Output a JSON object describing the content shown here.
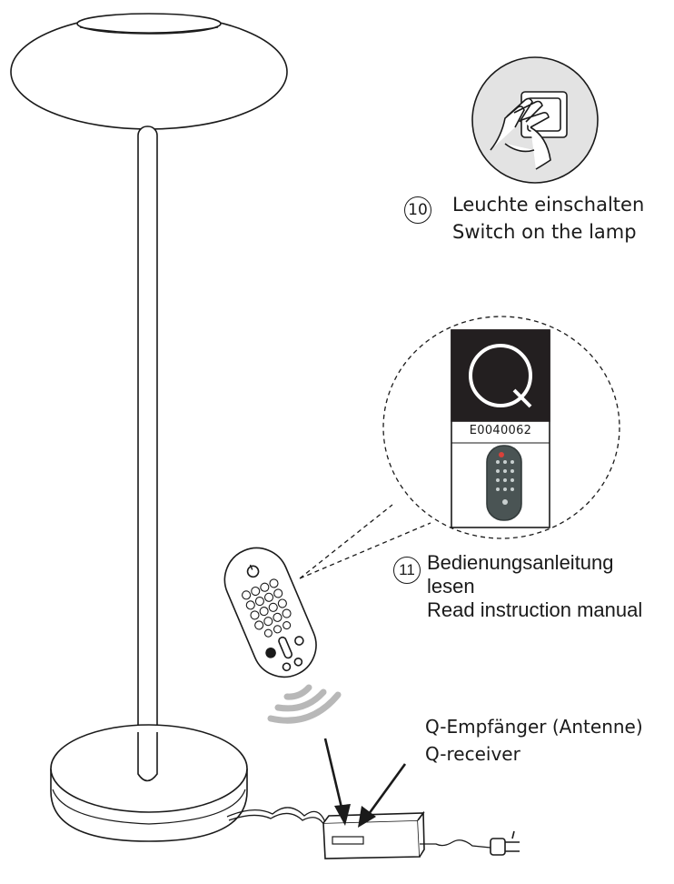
{
  "steps": [
    {
      "number": "10",
      "line_de": "Leuchte einschalten",
      "line_en": "Switch on the lamp"
    },
    {
      "number": "11",
      "line_de_1": "Bedienungsanleitung",
      "line_de_2": "lesen",
      "line_en": "Read instruction manual"
    }
  ],
  "manual": {
    "code": "E0040062",
    "logo_letter": "Q"
  },
  "receiver": {
    "label_de": "Q-Empfänger (Antenne)",
    "label_en": "Q-receiver"
  },
  "colors": {
    "ink": "#1a1a1a",
    "manual_header": "#231f20",
    "remote_photo": "#4a5454",
    "signal": "#b8b8b8",
    "switch_bg": "#e3e3e3"
  },
  "icons": [
    "wall-switch-icon",
    "hand-icon",
    "remote-control-icon",
    "signal-waves-icon",
    "power-plug-icon"
  ]
}
